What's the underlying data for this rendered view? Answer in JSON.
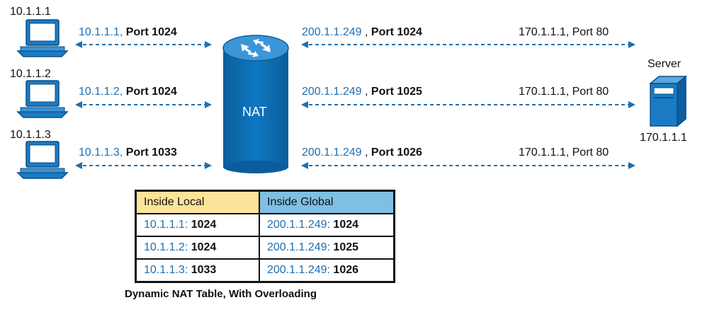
{
  "hosts": [
    {
      "label": "10.1.1.1"
    },
    {
      "label": "10.1.1.2"
    },
    {
      "label": "10.1.1.3"
    }
  ],
  "flows": [
    {
      "local_ip": "10.1.1.1,",
      "local_port": "Port 1024",
      "global_ip": "200.1.1.249",
      "sep": ",",
      "global_port": "Port 1024",
      "dest": "170.1.1.1, Port 80"
    },
    {
      "local_ip": "10.1.1.2,",
      "local_port": "Port 1024",
      "global_ip": "200.1.1.249",
      "sep": ",",
      "global_port": "Port 1025",
      "dest": "170.1.1.1, Port 80"
    },
    {
      "local_ip": "10.1.1.3,",
      "local_port": "Port 1033",
      "global_ip": "200.1.1.249",
      "sep": ",",
      "global_port": "Port 1026",
      "dest": "170.1.1.1, Port 80"
    }
  ],
  "nat": {
    "label": "NAT"
  },
  "server": {
    "title": "Server",
    "ip": "170.1.1.1"
  },
  "table": {
    "headers": {
      "local": "Inside Local",
      "global": "Inside Global"
    },
    "rows": [
      {
        "local_ip": "10.1.1.1:",
        "local_port": "1024",
        "global_ip": "200.1.1.249:",
        "global_port": "1024"
      },
      {
        "local_ip": "10.1.1.2:",
        "local_port": "1024",
        "global_ip": "200.1.1.249:",
        "global_port": "1025"
      },
      {
        "local_ip": "10.1.1.3:",
        "local_port": "1033",
        "global_ip": "200.1.1.249:",
        "global_port": "1026"
      }
    ],
    "caption": "Dynamic NAT Table, With Overloading"
  },
  "colors": {
    "accent_blue": "#1f6fb0",
    "nat_cylinder": "#0a6eb4",
    "table_local_header": "#fde39a",
    "table_global_header": "#7fbfe3"
  },
  "icons": {
    "pc": "desktop-computer-icon",
    "server": "server-tower-icon",
    "router": "router-arrows-icon"
  }
}
